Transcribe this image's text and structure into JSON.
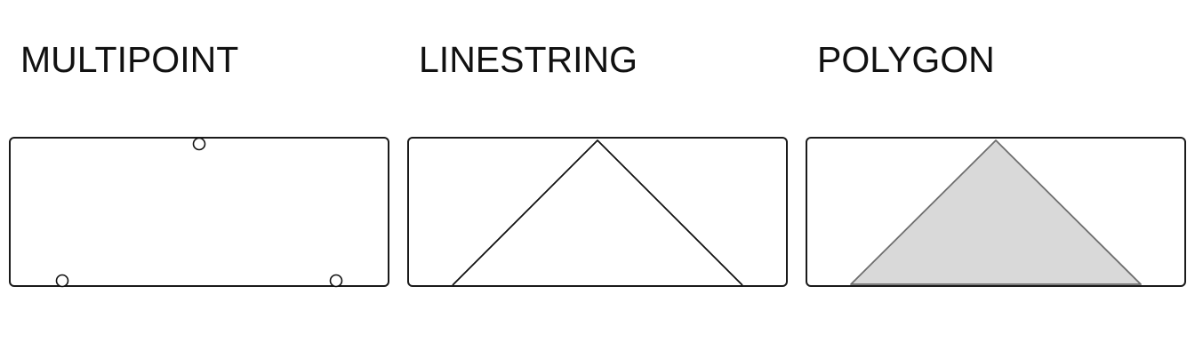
{
  "panels": [
    {
      "title": "MULTIPOINT",
      "geometry": "multipoint",
      "stroke": "#111111",
      "fill": "#ffffff"
    },
    {
      "title": "LINESTRING",
      "geometry": "linestring",
      "stroke": "#111111",
      "fill": "none"
    },
    {
      "title": "POLYGON",
      "geometry": "polygon",
      "stroke": "#6e6e6e",
      "fill": "#d9d9d9"
    }
  ]
}
